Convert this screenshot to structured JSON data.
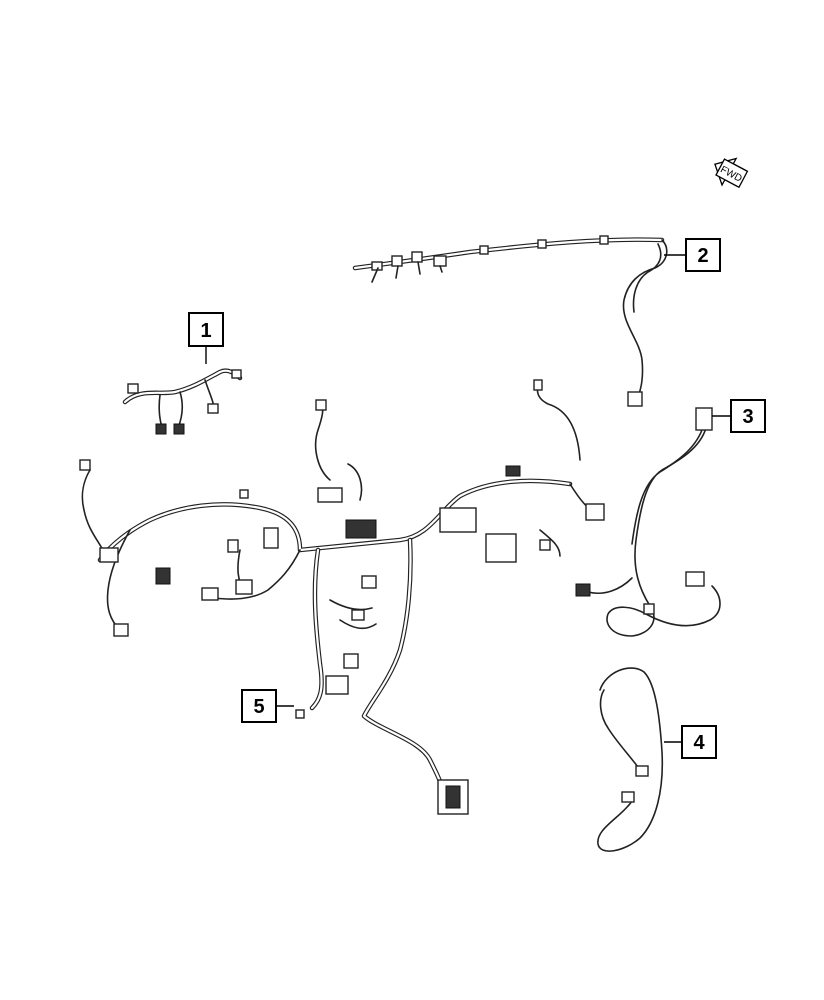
{
  "callouts": [
    {
      "id": "1",
      "label": "1"
    },
    {
      "id": "2",
      "label": "2"
    },
    {
      "id": "3",
      "label": "3"
    },
    {
      "id": "4",
      "label": "4"
    },
    {
      "id": "5",
      "label": "5"
    }
  ],
  "direction_indicator": {
    "label": "FWD",
    "icon": "arrow-icon"
  }
}
